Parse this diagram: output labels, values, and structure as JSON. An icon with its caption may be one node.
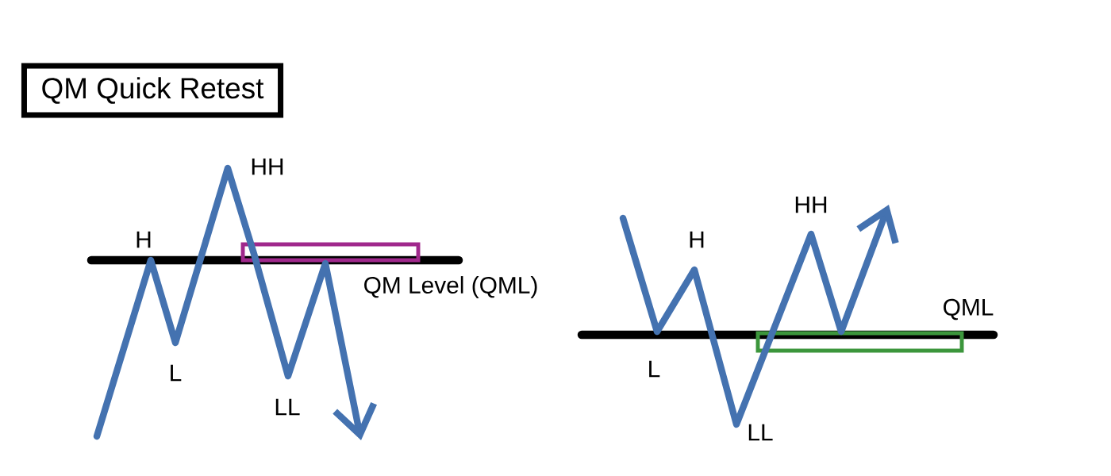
{
  "diagram": {
    "nodes": [
      {
        "text": [
          "QM Quick Retest"
        ]
      }
    ],
    "labels": [
      "HH",
      "H",
      "QM Level (QML)",
      "L",
      "LL",
      "HH",
      "H",
      "QML",
      "L",
      "LL"
    ]
  }
}
